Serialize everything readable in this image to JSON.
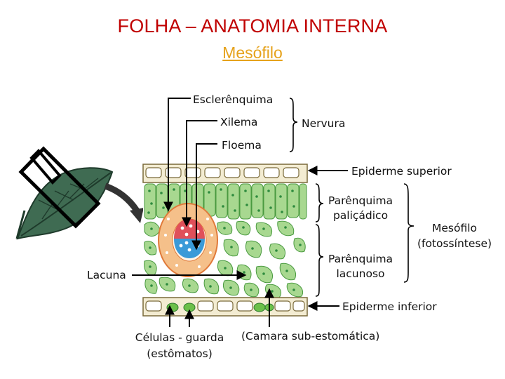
{
  "title": "FOLHA – ANATOMIA INTERNA",
  "subtitle": "Mesófilo",
  "labels": {
    "esclerenquima": "Esclerênquima",
    "xilema": "Xilema",
    "floema": "Floema",
    "nervura": "Nervura",
    "epiderme_superior": "Epiderme superior",
    "parenquima_palicadico_1": "Parênquima",
    "parenquima_palicadico_2": "paliçádico",
    "parenquima_lacunoso_1": "Parênquima",
    "parenquima_lacunoso_2": "lacunoso",
    "mesofilo_1": "Mesófilo",
    "mesofilo_2": "(fotossíntese)",
    "lacuna": "Lacuna",
    "epiderme_inferior": "Epiderme inferior",
    "celulas_guarda_1": "Células - guarda",
    "celulas_guarda_2": "(estômatos)",
    "camara": "(Camara sub-estomática)"
  },
  "colors": {
    "title": "#c00000",
    "subtitle": "#e6a21b",
    "epidermis": "#f3ecd2",
    "palisade": "#a8d890",
    "spongy": "#a8d890",
    "chloroplast": "#2e8b3e",
    "sclerenchyma": "#f5c08a",
    "xylem": "#e0505a",
    "phloem": "#3a9ad8",
    "leaf": "#3f6b52"
  }
}
